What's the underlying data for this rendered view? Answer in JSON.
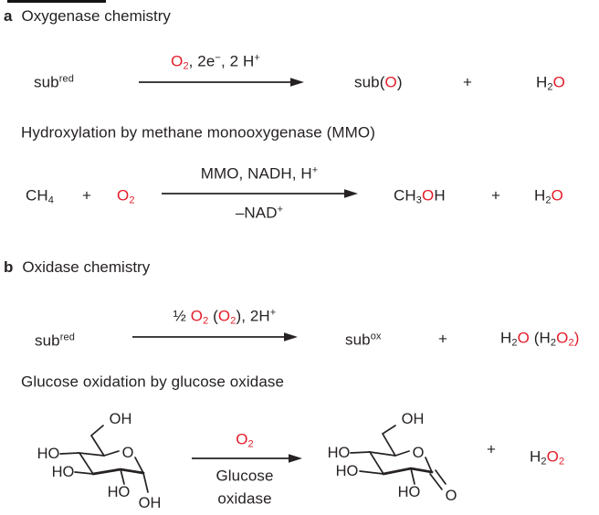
{
  "colors": {
    "accent_red": "#e31e2b",
    "ink": "#262223"
  },
  "section_a": {
    "panel_label": "a",
    "title": "Oxygenase chemistry",
    "r1": {
      "sub": "sub",
      "sub_sup": "red",
      "label_o": "O",
      "label_o_sub": "2",
      "label_mid": ", 2e",
      "label_minus": "−",
      "label_mid2": ", 2 H",
      "label_plus_sup": "+",
      "prod_base": "sub",
      "prod_open": "(",
      "prod_o": "O",
      "prod_close": ")",
      "plus": "+",
      "w_h": "H",
      "w_sub": "2",
      "w_o": "O"
    },
    "caption": "Hydroxylation by methane monooxygenase (MMO)",
    "r2": {
      "ch": "CH",
      "ch_sub": "4",
      "plus1": "+",
      "o": "O",
      "o_sub": "2",
      "top": "MMO, NADH, H",
      "top_sup": "+",
      "bottom": "–NAD",
      "bottom_sup": "+",
      "p1": "CH",
      "p1_sub": "3",
      "p1_o": "O",
      "p1_h": "H",
      "plus2": "+",
      "w_h": "H",
      "w_sub": "2",
      "w_o": "O"
    }
  },
  "section_b": {
    "panel_label": "b",
    "title": "Oxidase chemistry",
    "r3": {
      "sub": "sub",
      "sub_sup": "red",
      "label_half": "½ ",
      "label_o1": "O",
      "label_o1_sub": "2",
      "label_open": " (",
      "label_o2": "O",
      "label_o2_sub": "2",
      "label_close": ")",
      "label_rest": ", 2H",
      "label_sup": "+",
      "prod": "sub",
      "prod_sup": "ox",
      "plus": "+",
      "w_h": "H",
      "w_sub": "2",
      "w_o": "O",
      "p_open": " (",
      "p_h": "H",
      "p_sub1": "2",
      "p_o": "O",
      "p_sub2": "2",
      "p_close": ")"
    },
    "caption": "Glucose oxidation by glucose oxidase",
    "r4": {
      "arrow_o": "O",
      "arrow_o_sub": "2",
      "enzyme_line1": "Glucose",
      "enzyme_line2": "oxidase",
      "plus": "+",
      "p_h": "H",
      "p_sub1": "2",
      "p_o": "O",
      "p_sub2": "2"
    },
    "glucose": {
      "oh_top": "OH",
      "ring_o": "O",
      "ho_c4": "HO",
      "ho_c3": "HO",
      "ho_c2": "HO",
      "oh_c1": "OH"
    },
    "lactone": {
      "oh_top": "OH",
      "ring_o": "O",
      "ho_c4": "HO",
      "ho_c3": "HO",
      "ho_c2": "HO",
      "carbonyl_o": "O"
    }
  }
}
